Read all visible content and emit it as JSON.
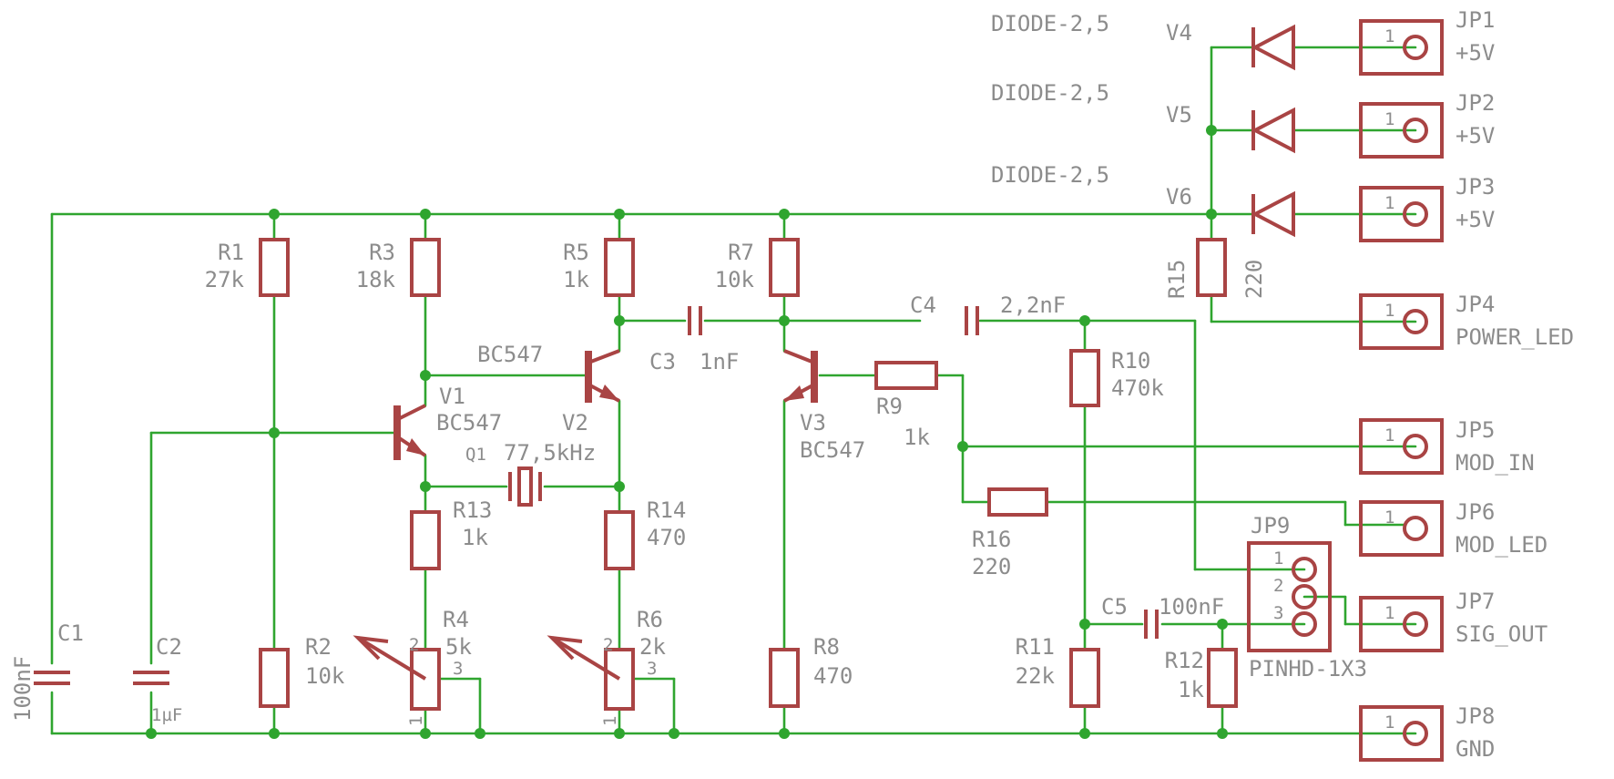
{
  "components": {
    "R1": {
      "name": "R1",
      "value": "27k"
    },
    "R2": {
      "name": "R2",
      "value": "10k"
    },
    "R3": {
      "name": "R3",
      "value": "18k"
    },
    "R4": {
      "name": "R4",
      "value": "5k"
    },
    "R5": {
      "name": "R5",
      "value": "1k"
    },
    "R6": {
      "name": "R6",
      "value": "2k"
    },
    "R7": {
      "name": "R7",
      "value": "10k"
    },
    "R8": {
      "name": "R8",
      "value": "470"
    },
    "R9": {
      "name": "R9",
      "value": "1k"
    },
    "R10": {
      "name": "R10",
      "value": "470k"
    },
    "R11": {
      "name": "R11",
      "value": "22k"
    },
    "R12": {
      "name": "R12",
      "value": "1k"
    },
    "R13": {
      "name": "R13",
      "value": "1k"
    },
    "R14": {
      "name": "R14",
      "value": "470"
    },
    "R15": {
      "name": "R15",
      "value": "220"
    },
    "R16": {
      "name": "R16",
      "value": "220"
    },
    "C1": {
      "name": "C1",
      "value": "100nF"
    },
    "C2": {
      "name": "C2",
      "value": "1µF"
    },
    "C3": {
      "name": "C3",
      "value": "1nF"
    },
    "C4": {
      "name": "C4",
      "value": "2,2nF"
    },
    "C5": {
      "name": "C5",
      "value": "100nF"
    },
    "V1": {
      "name": "V1",
      "value": "BC547"
    },
    "V2": {
      "name": "V2",
      "value": "BC547"
    },
    "V3": {
      "name": "V3",
      "value": "BC547"
    },
    "V4": {
      "name": "V4",
      "value": "DIODE-2,5"
    },
    "V5": {
      "name": "V5",
      "value": "DIODE-2,5"
    },
    "V6": {
      "name": "V6",
      "value": "DIODE-2,5"
    },
    "Q1": {
      "name": "Q1",
      "value": "77,5kHz"
    },
    "JP9": {
      "name": "JP9",
      "value": "PINHD-1X3"
    }
  },
  "connectors": [
    {
      "name": "JP1",
      "label": "+5V"
    },
    {
      "name": "JP2",
      "label": "+5V"
    },
    {
      "name": "JP3",
      "label": "+5V"
    },
    {
      "name": "JP4",
      "label": "POWER_LED"
    },
    {
      "name": "JP5",
      "label": "MOD_IN"
    },
    {
      "name": "JP6",
      "label": "MOD_LED"
    },
    {
      "name": "JP7",
      "label": "SIG_OUT"
    },
    {
      "name": "JP8",
      "label": "GND"
    }
  ],
  "pins": {
    "one": "1",
    "two": "2",
    "three": "3"
  },
  "colors": {
    "wire": "#2fa52f",
    "part": "#a94444",
    "text": "#8c8c8c"
  }
}
